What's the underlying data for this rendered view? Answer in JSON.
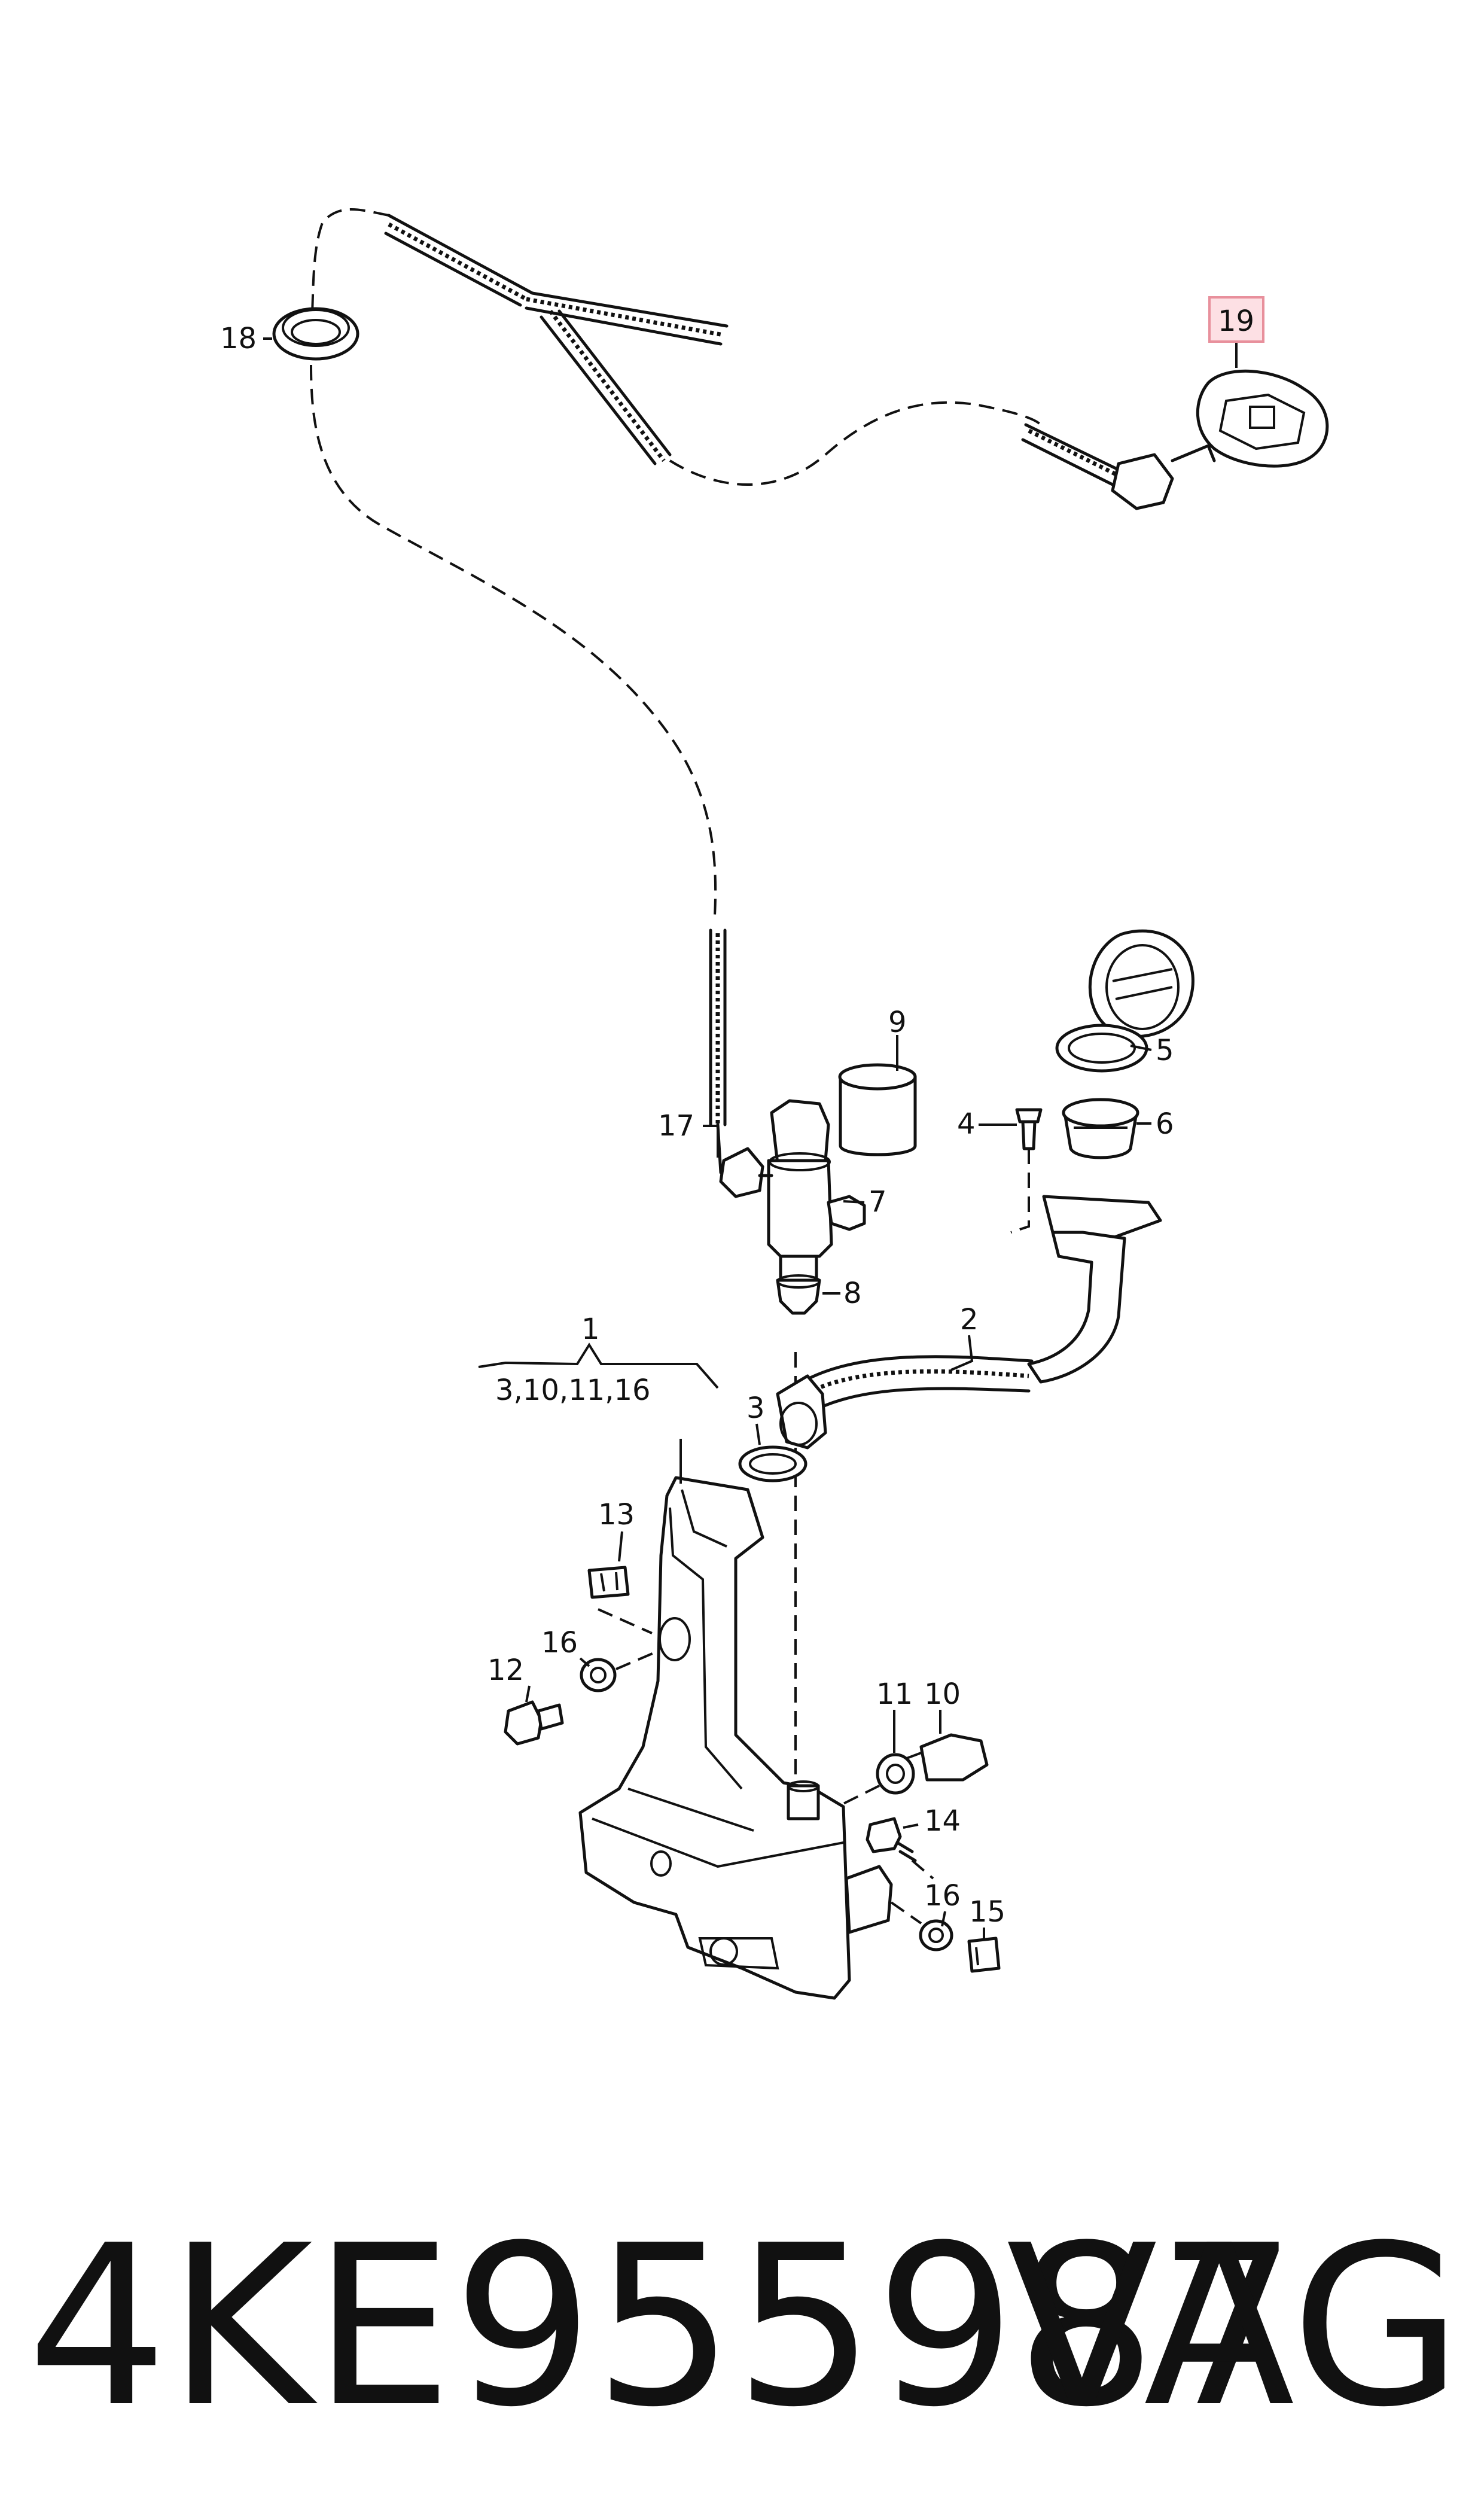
{
  "callouts": {
    "c1": "1",
    "c1_sub": "3,10,11,16",
    "c2": "2",
    "c3": "3",
    "c4": "4",
    "c5": "5",
    "c6": "6",
    "c7": "7",
    "c8": "8",
    "c9": "9",
    "c10": "10",
    "c11": "11",
    "c12": "12",
    "c13": "13",
    "c14": "14",
    "c15": "15",
    "c16a": "16",
    "c16b": "16",
    "c17": "17",
    "c18": "18",
    "c19": "19"
  },
  "highlight": {
    "part": "19",
    "fill": "#fde0e4",
    "stroke": "#e8909c"
  },
  "caption": {
    "part_number": "4KE955987",
    "brand": "VAG"
  }
}
